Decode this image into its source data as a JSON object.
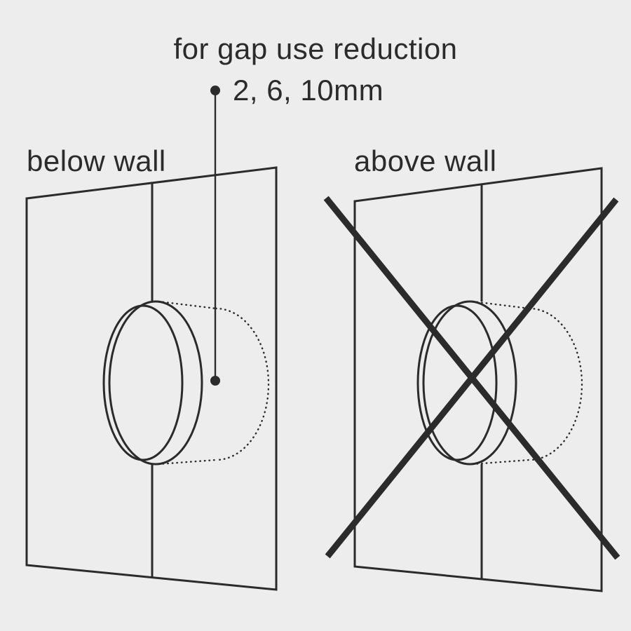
{
  "title": "for gap use reduction",
  "note": {
    "text": "2, 6, 10mm"
  },
  "panels": {
    "left": {
      "label": "below wall"
    },
    "right": {
      "label": "above wall"
    }
  },
  "colors": {
    "background": "#ecedec",
    "line": "#2b2b2b",
    "text": "#2b2b2b"
  }
}
